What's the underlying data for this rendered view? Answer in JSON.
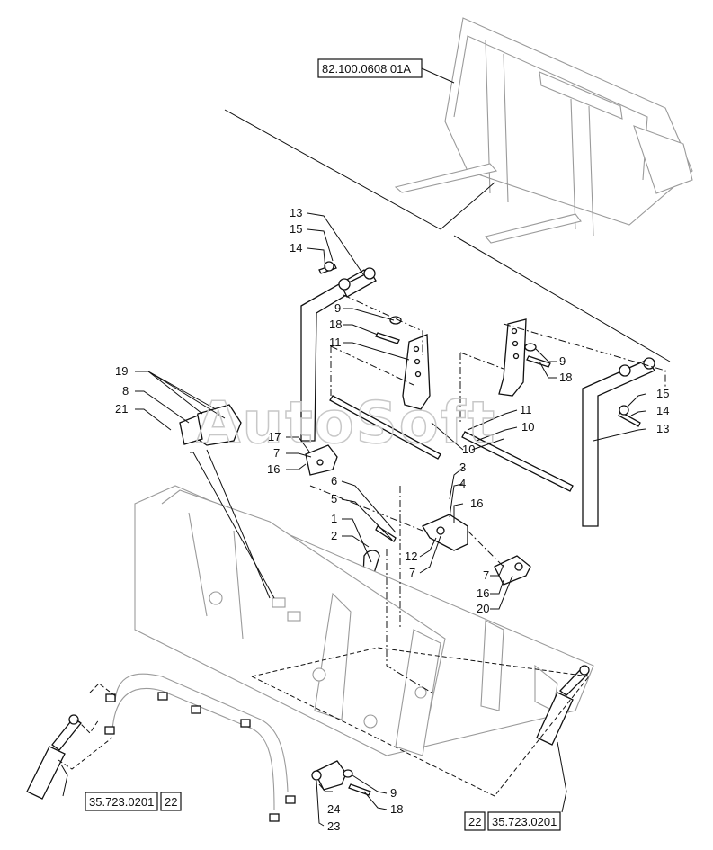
{
  "watermark": "AutoSoft",
  "reference_boxes": {
    "top": "82.100.0608 01A",
    "bottom_left_code": "35.723.0201",
    "bottom_left_qty": "22",
    "bottom_right_qty": "22",
    "bottom_right_code": "35.723.0201"
  },
  "callouts": {
    "c1": "1",
    "c2": "2",
    "c3": "3",
    "c4": "4",
    "c5": "5",
    "c6": "6",
    "c7a": "7",
    "c7b": "7",
    "c7c": "7",
    "c8": "8",
    "c9a": "9",
    "c9b": "9",
    "c9c": "9",
    "c10a": "10",
    "c10b": "10",
    "c11a": "11",
    "c11b": "11",
    "c12": "12",
    "c13a": "13",
    "c13b": "13",
    "c14a": "14",
    "c14b": "14",
    "c15a": "15",
    "c15b": "15",
    "c16a": "16",
    "c16b": "16",
    "c16c": "16",
    "c17": "17",
    "c18a": "18",
    "c18b": "18",
    "c18c": "18",
    "c19": "19",
    "c20": "20",
    "c21": "21",
    "c23": "23",
    "c24": "24"
  }
}
